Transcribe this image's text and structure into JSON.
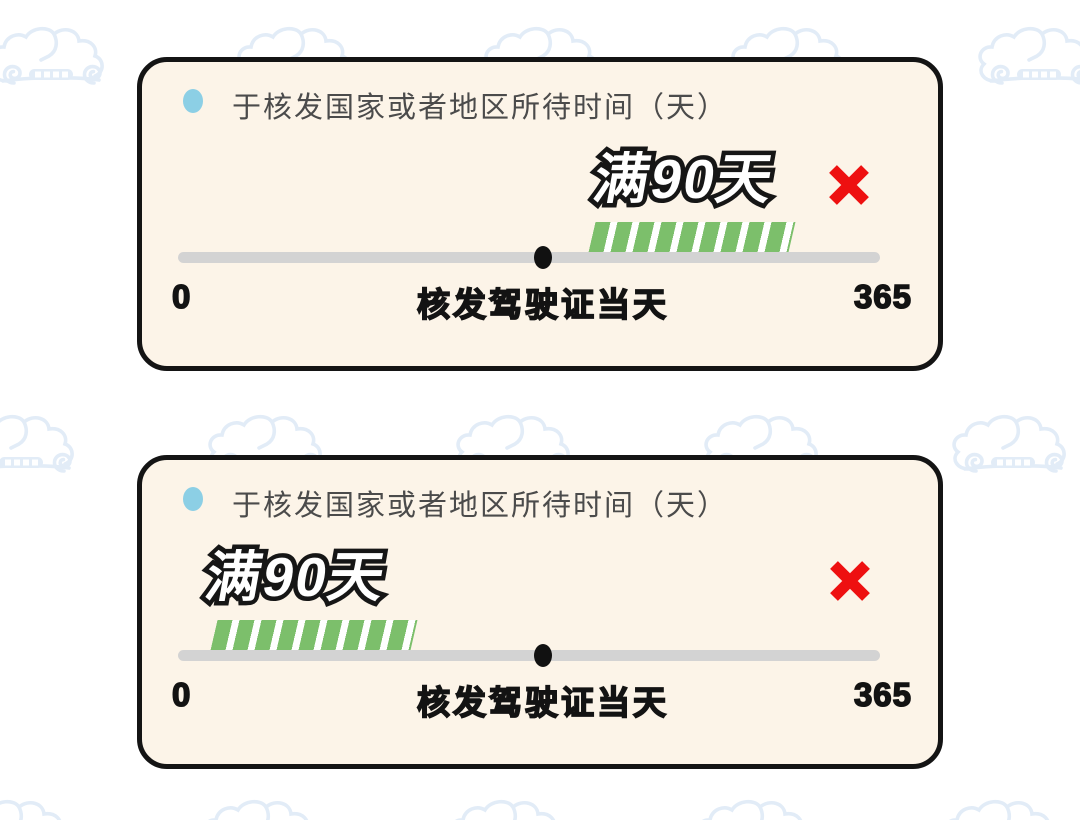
{
  "colors": {
    "card-bg": "#fcf4e8",
    "card-border": "#141414",
    "bullet": "#8ccfe5",
    "title-text": "#4b4b4b",
    "badge-fill": "#ffffff",
    "badge-outline": "#161616",
    "bar-green": "#7cbf6b",
    "bar-stripe": "#ffffff",
    "track-gray": "#d3d3d3",
    "thumb-black": "#111111",
    "cross-red": "#ee1010",
    "watermark-blue": "#e2ecf7",
    "label-text": "#131313"
  },
  "watermark": {
    "icon": "cloud-car-doodle-icon",
    "pattern": "tiled light-blue sketch cars with spiral wheels"
  },
  "cards": [
    {
      "title": "于核发国家或者地区所待时间（天）",
      "badge_label": "满90天",
      "verdict_icon": "red-cross-icon",
      "highlight_position": "after-thumb",
      "slider": {
        "min_label": "0",
        "max_label": "365",
        "thumb_label": "核发驾驶证当天"
      }
    },
    {
      "title": "于核发国家或者地区所待时间（天）",
      "badge_label": "满90天",
      "verdict_icon": "red-cross-icon",
      "highlight_position": "before-thumb",
      "slider": {
        "min_label": "0",
        "max_label": "365",
        "thumb_label": "核发驾驶证当天"
      }
    }
  ]
}
